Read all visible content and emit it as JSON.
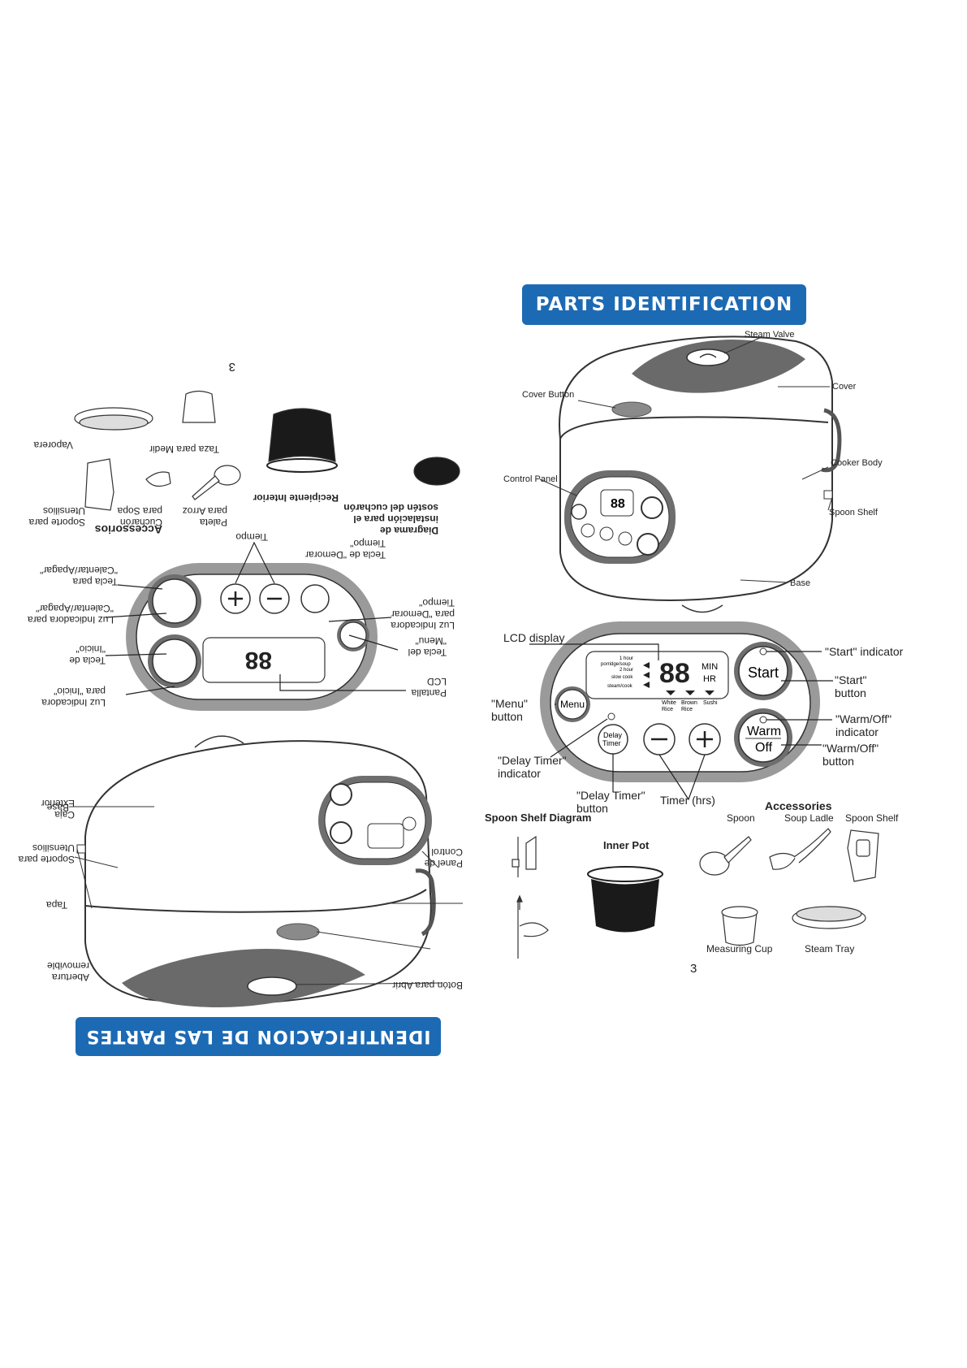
{
  "right": {
    "banner": "PARTS IDENTIFICATION",
    "labels": {
      "steam_valve": "Steam Valve",
      "cover": "Cover",
      "cover_button": "Cover Button",
      "cooker_body": "Cooker Body",
      "control_panel": "Control Panel",
      "spoon_shelf": "Spoon Shelf",
      "base": "Base",
      "lcd_display": "LCD display",
      "start_indicator": "\"Start\" indicator",
      "start_button": "\"Start\" button",
      "menu_button": "\"Menu\" button",
      "warm_indicator": "\"Warm/Off\" indicator",
      "warm_button": "\"Warm/Off\" button",
      "delay_indicator": "\"Delay Timer\" indicator",
      "delay_button": "\"Delay Timer\" button",
      "timer_hrs": "Timer (hrs)"
    },
    "panel": {
      "digits": "88",
      "min": "MIN",
      "hr": "HR",
      "modes": [
        "1 hour",
        "porridge/soup",
        "2 hour",
        "slow cook",
        "steam/cook"
      ],
      "rice": [
        "White Rice",
        "Brown Rice",
        "Sushi"
      ],
      "start": "Start",
      "menu": "Menu",
      "warm": "Warm",
      "off": "Off",
      "delay": "Delay Timer"
    },
    "accessories": {
      "title": "Accessories",
      "spoon": "Spoon",
      "soup_ladle": "Soup Ladle",
      "spoon_shelf": "Spoon Shelf",
      "measuring_cup": "Measuring Cup",
      "steam_tray": "Steam Tray"
    },
    "spoon_shelf_diagram": "Spoon Shelf Diagram",
    "inner_pot": "Inner Pot",
    "page_number": "3"
  },
  "left": {
    "banner": "IDENTIFICACION DE LAS PARTES",
    "labels": {
      "abertura": "Abertura removible",
      "boton_abrir": "Botón para Abrir",
      "tapa": "Tapa",
      "panel_control": "Panel de Control",
      "caja": "Caja Exterior",
      "soporte_utensilios": "Soporte para Utensilios",
      "base": "Base",
      "pantalla": "Pantalla LCD",
      "luz_inicio": "Luz Indicadora para \"Inicio\"",
      "tecla_inicio": "Tecla de \"Inicio\"",
      "tecla_menu": "Tecla del \"Menu\"",
      "luz_demorar": "Luz Indicadora para \"Demorar Tiempo\"",
      "luz_calentar": "Luz Indicadora para \"Calentar/Apagar\"",
      "tecla_calentar": "Tecla para \"Calentar/Apagar\"",
      "tecla_demorar": "Tecla de \"Demorar Tiempo\"",
      "tiempo": "Tiempo"
    },
    "accesorios": {
      "title": "Accessorios",
      "paleta": "Paleta para Arroz",
      "cucharon": "Cucharón para Sopa",
      "soporte": "Soporte para Utensilios",
      "taza": "Taza para Medir",
      "vaporera": "Vaporera"
    },
    "diagrama": "Diagrama de instalación para el sostén del cucharón",
    "recipiente": "Recipiente Interior",
    "page_number": "3"
  },
  "colors": {
    "banner_blue": "#1c6ab4",
    "panel_gray": "#9a9a9a",
    "dark_gray": "#5a5a5a",
    "pot_black": "#1a1a1a"
  }
}
